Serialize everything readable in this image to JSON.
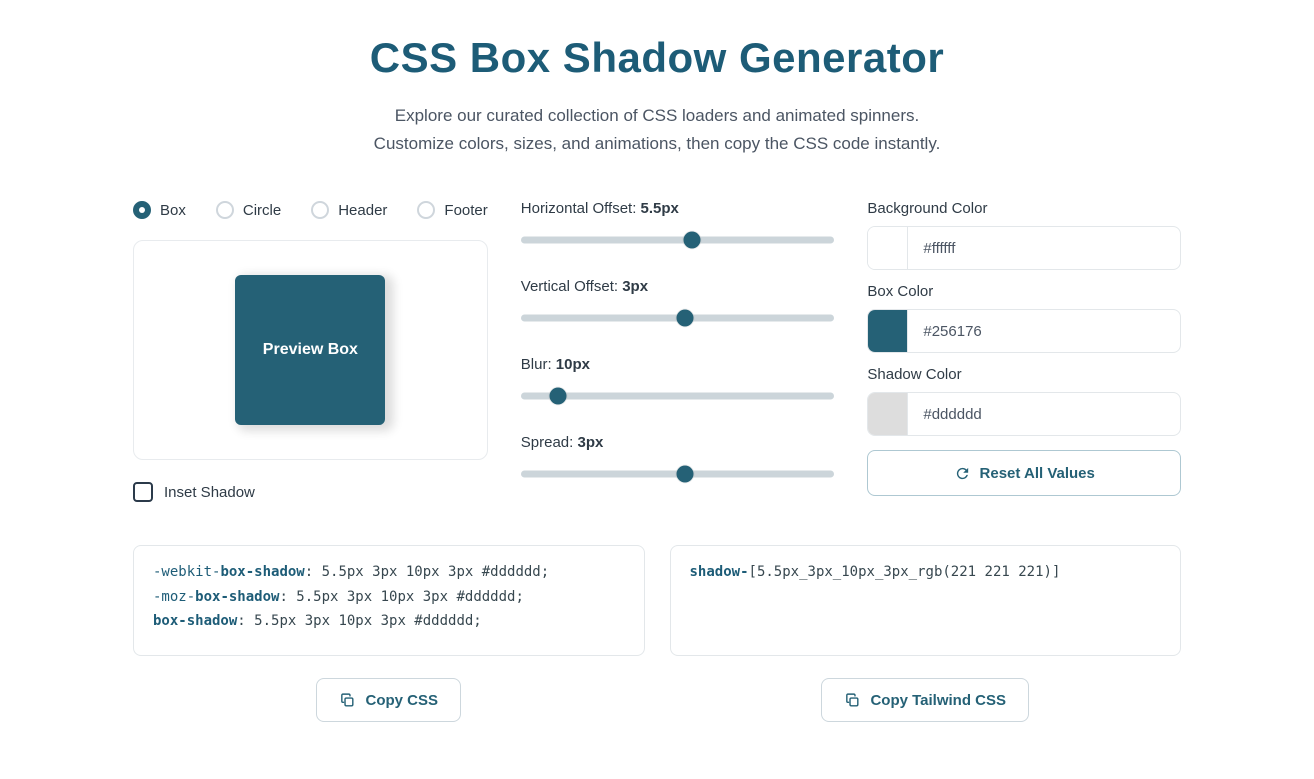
{
  "page": {
    "title": "CSS Box Shadow Generator",
    "subtitle_line1": "Explore our curated collection of CSS loaders and animated spinners.",
    "subtitle_line2": "Customize colors, sizes, and animations, then copy the CSS code instantly."
  },
  "shape_options": [
    {
      "label": "Box",
      "selected": true
    },
    {
      "label": "Circle",
      "selected": false
    },
    {
      "label": "Header",
      "selected": false
    },
    {
      "label": "Footer",
      "selected": false
    }
  ],
  "preview": {
    "box_label": "Preview Box"
  },
  "inset_checkbox": {
    "label": "Inset Shadow",
    "checked": false
  },
  "sliders": [
    {
      "label": "Horizontal Offset:",
      "value": "5.5px",
      "percent": 54.5
    },
    {
      "label": "Vertical Offset:",
      "value": "3px",
      "percent": 52.5
    },
    {
      "label": "Blur:",
      "value": "10px",
      "percent": 12
    },
    {
      "label": "Spread:",
      "value": "3px",
      "percent": 52.5
    }
  ],
  "colors": [
    {
      "label": "Background Color",
      "value": "#ffffff",
      "swatch": "#ffffff"
    },
    {
      "label": "Box Color",
      "value": "#256176",
      "swatch": "#256176"
    },
    {
      "label": "Shadow Color",
      "value": "#dddddd",
      "swatch": "#dddddd"
    }
  ],
  "reset_button": {
    "label": "Reset All Values"
  },
  "css_code": [
    {
      "pre": "-webkit-",
      "prop": "box-shadow",
      "rest": ": 5.5px 3px 10px 3px #dddddd;"
    },
    {
      "pre": "-moz-",
      "prop": "box-shadow",
      "rest": ": 5.5px 3px 10px 3px #dddddd;"
    },
    {
      "pre": "",
      "prop": "box-shadow",
      "rest": ": 5.5px 3px 10px 3px #dddddd;"
    }
  ],
  "tailwind_code": {
    "prop": "shadow-",
    "rest": "[5.5px_3px_10px_3px_rgb(221 221 221)]"
  },
  "copy_buttons": {
    "css": "Copy CSS",
    "tailwind": "Copy Tailwind CSS"
  },
  "theme": {
    "accent": "#256176",
    "shadow": "#dddddd",
    "background": "#ffffff"
  }
}
